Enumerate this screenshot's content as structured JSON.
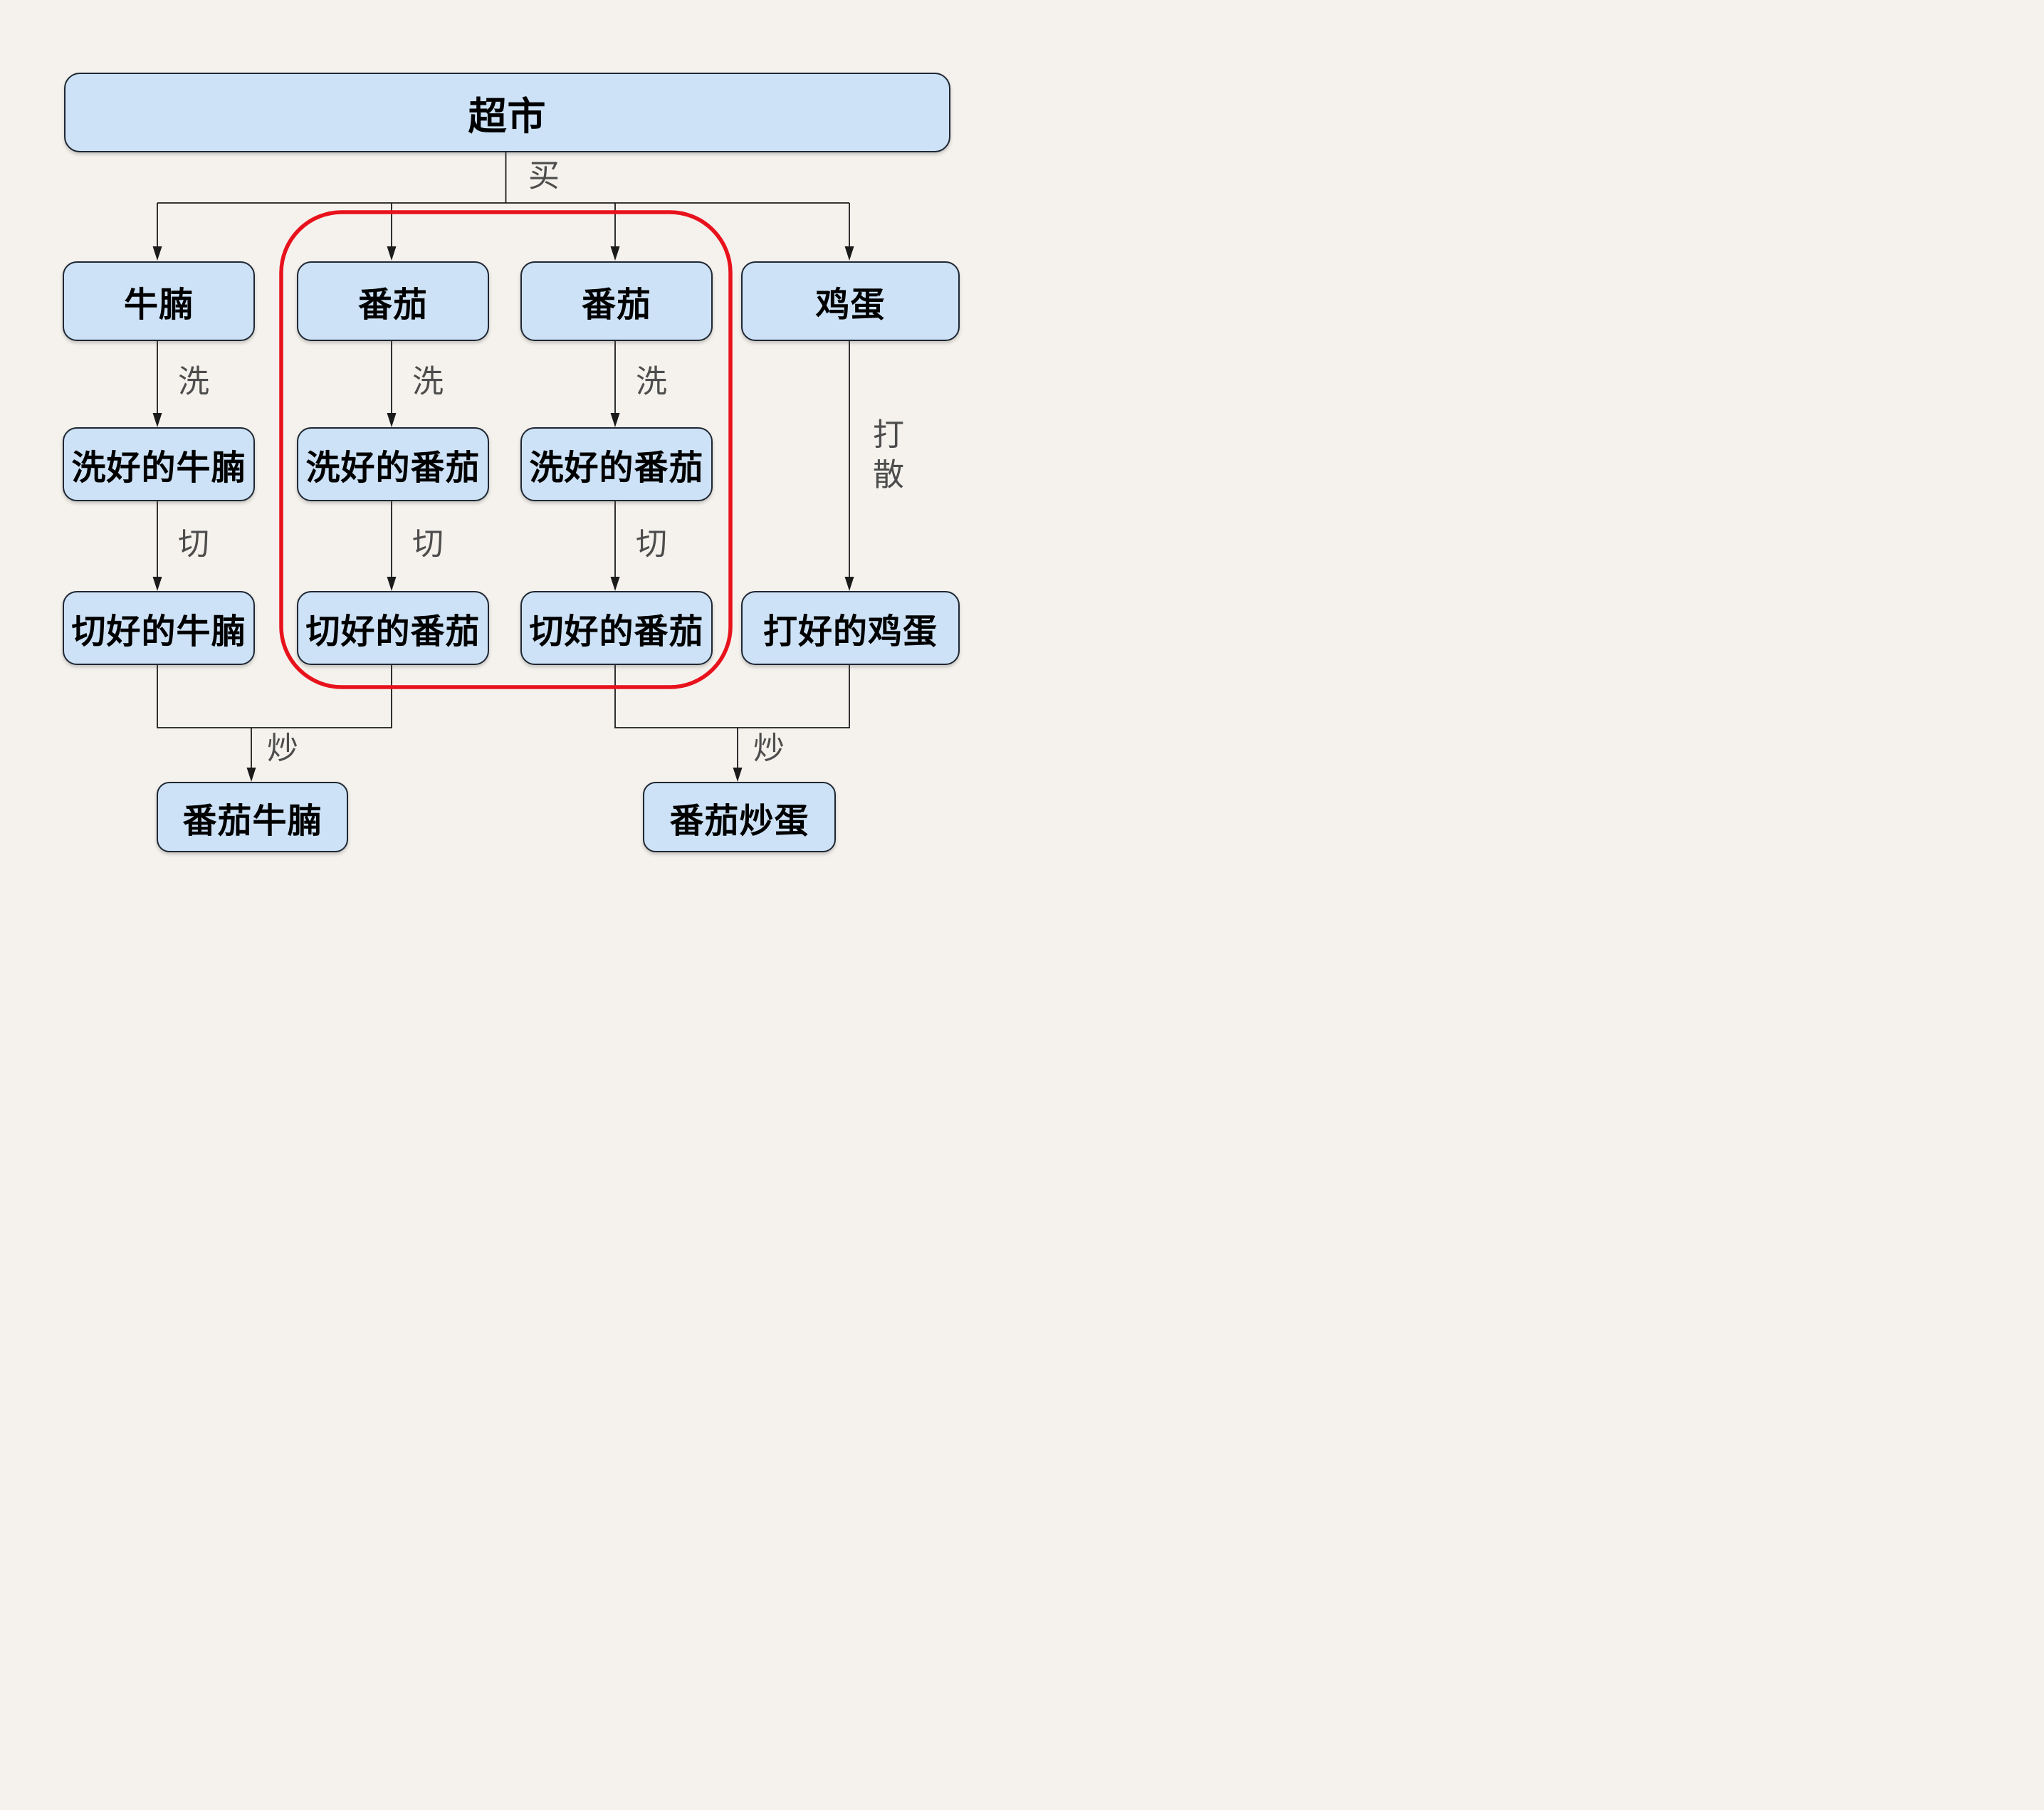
{
  "diagram": {
    "colors": {
      "background": "#f5f2ed",
      "node_fill": "#cde2f6",
      "node_border": "#1f2733",
      "node_text": "#000000",
      "line_color": "#1b1b1b",
      "edge_label_color": "#4d4d4d",
      "highlight_color": "#e8121c"
    },
    "nodes": {
      "supermarket": "超市",
      "beef": "牛腩",
      "tomato_a": "番茄",
      "tomato_b": "番茄",
      "egg": "鸡蛋",
      "washed_beef": "洗好的牛腩",
      "washed_tomato_a": "洗好的番茄",
      "washed_tomato_b": "洗好的番茄",
      "cut_beef": "切好的牛腩",
      "cut_tomato_a": "切好的番茄",
      "cut_tomato_b": "切好的番茄",
      "beaten_egg": "打好的鸡蛋",
      "tomato_beef": "番茄牛腩",
      "tomato_egg": "番茄炒蛋"
    },
    "edge_labels": {
      "buy": "买",
      "wash": "洗",
      "cut": "切",
      "beat": "打散",
      "fry": "炒"
    }
  }
}
